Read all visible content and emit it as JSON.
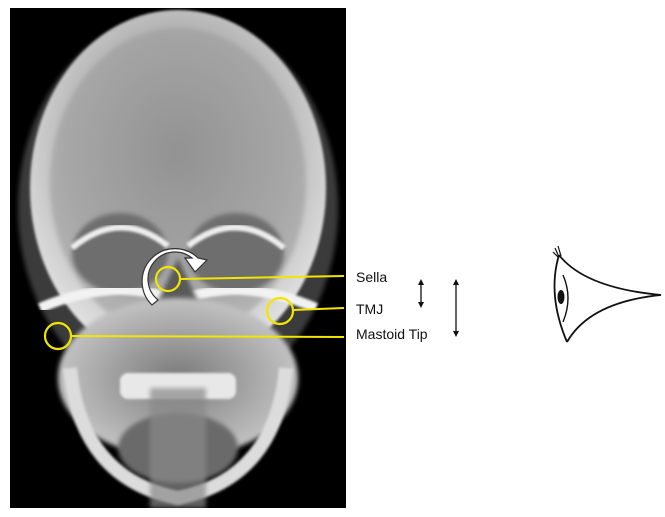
{
  "landmarks": {
    "sella": "Sella",
    "tmj": "TMJ",
    "mastoid_tip": "Mastoid Tip"
  },
  "colors": {
    "marker": "#f2e600",
    "background": "#ffffff",
    "xray_background": "#000000",
    "bone": "#d9d9d9"
  },
  "icons": {
    "rotation": "curved-arrow-icon",
    "viewer": "eye-icon",
    "distance_small": "double-arrow-icon",
    "distance_large": "double-arrow-icon"
  }
}
